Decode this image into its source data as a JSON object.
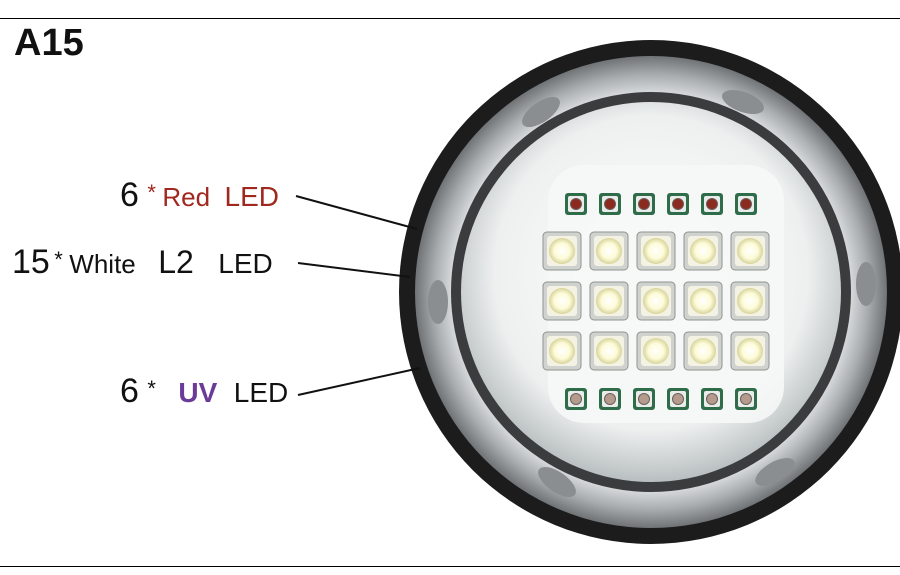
{
  "model": "A15",
  "callouts": {
    "red": {
      "count": "6",
      "star": "*",
      "name": "Red",
      "suffix": "LED"
    },
    "white": {
      "count": "15",
      "star": "*",
      "name": "White",
      "extra": "L2",
      "suffix": "LED"
    },
    "uv": {
      "count": "6",
      "star": "*",
      "name": "UV",
      "suffix": "LED"
    }
  },
  "led_counts": {
    "red": 6,
    "white": 15,
    "uv": 6
  },
  "colors": {
    "red_text": "#a0281e",
    "uv_text": "#6a3b97",
    "ring_silver": "#c9ccce",
    "ring_dark": "#1c1c1c",
    "lens_glow": "#f4f6f6",
    "white_led": "#fdfbd8",
    "red_led": "#8b2a1e",
    "uv_led": "#b59b8e",
    "pcb_green": "#2f6d4a"
  }
}
